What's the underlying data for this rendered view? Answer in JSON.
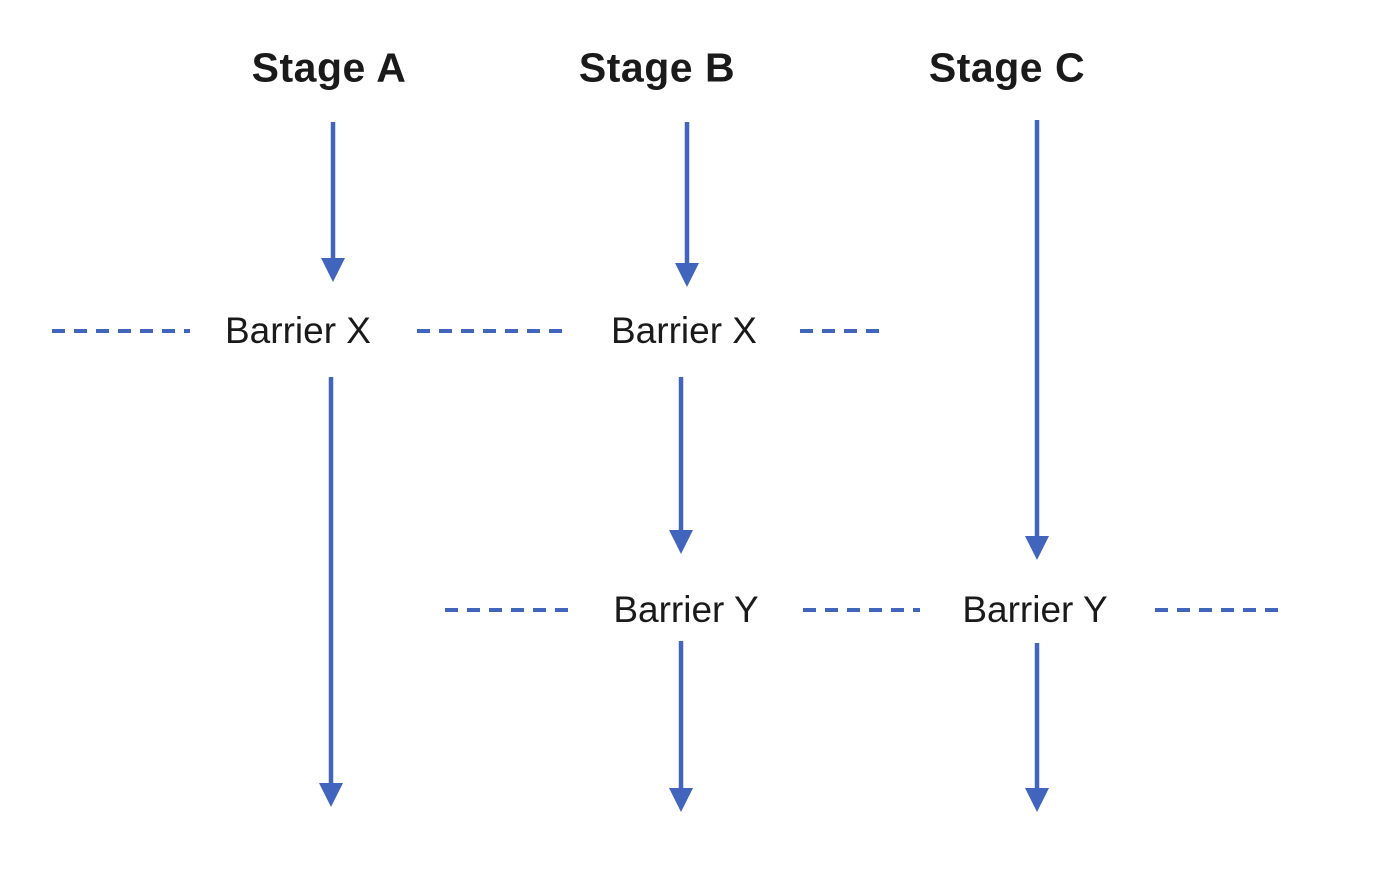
{
  "diagram": {
    "stages": {
      "a": "Stage A",
      "b": "Stage B",
      "c": "Stage C"
    },
    "barriers": {
      "x_a": "Barrier X",
      "x_b": "Barrier X",
      "y_b": "Barrier Y",
      "y_c": "Barrier Y"
    }
  },
  "colors": {
    "flow_blue": "#4164BC",
    "text_color": "#1A1A1A",
    "background": "#FFFFFF"
  }
}
